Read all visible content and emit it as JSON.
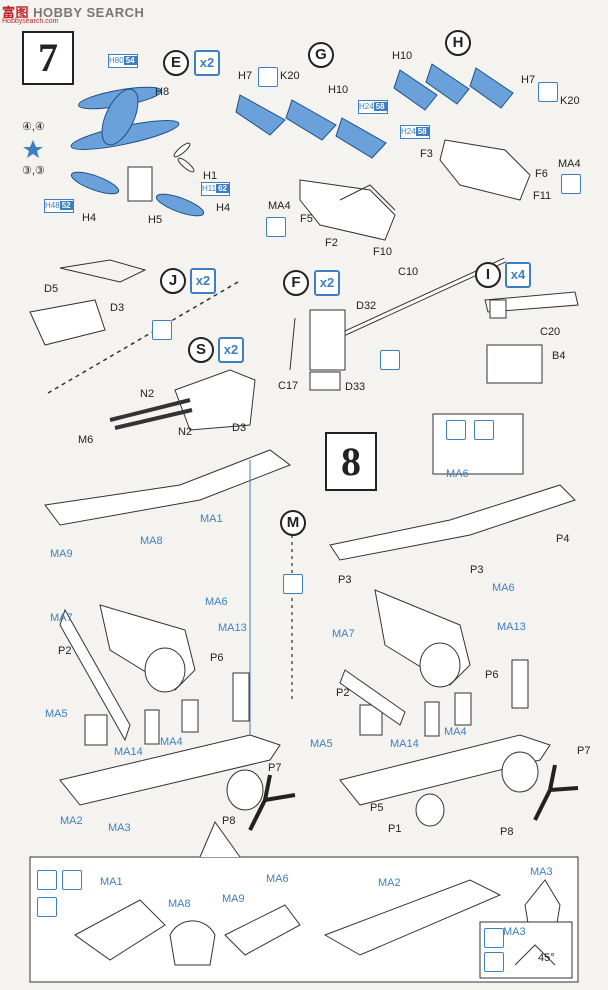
{
  "watermark": {
    "brand_cn": "富",
    "brand_cn2": "图",
    "hobby": "HOBBY",
    "search": "SEARCH",
    "site": "Hobbysearch.com"
  },
  "steps": {
    "seven": "7",
    "eight": "8"
  },
  "sub_assemblies": {
    "E": {
      "letter": "E",
      "mult": "x2"
    },
    "G": {
      "letter": "G"
    },
    "H": {
      "letter": "H"
    },
    "J": {
      "letter": "J",
      "mult": "x2"
    },
    "F": {
      "letter": "F",
      "mult": "x2"
    },
    "I": {
      "letter": "I",
      "mult": "x4"
    },
    "S": {
      "letter": "S",
      "mult": "x2"
    },
    "M": {
      "letter": "M"
    }
  },
  "paint_codes": [
    {
      "h": "H",
      "a": "80",
      "b": "54"
    },
    {
      "h": "H",
      "a": "11",
      "b": "62"
    },
    {
      "h": "H",
      "a": "48",
      "b": "52"
    },
    {
      "h": "H",
      "a": "24",
      "b": "58"
    },
    {
      "h": "H",
      "a": "24",
      "b": "58"
    }
  ],
  "labels": {
    "E": [
      "H8",
      "H1",
      "H4",
      "H5",
      "H4",
      "④,④",
      "③,③"
    ],
    "G": [
      "H7",
      "K20",
      "H10",
      "MA4",
      "F5",
      "F2",
      "F10"
    ],
    "H": [
      "H10",
      "H7",
      "K20",
      "F3",
      "F6",
      "MA4",
      "F11"
    ],
    "J": [
      "D5",
      "D3"
    ],
    "F": [
      "D32",
      "C10",
      "C17",
      "D33"
    ],
    "I": [
      "C20",
      "B4"
    ],
    "S": [
      "N2",
      "N2",
      "M6",
      "D3"
    ],
    "step7_plane": [
      "MA1",
      "MA9",
      "MA8",
      "MA6",
      "MA7",
      "MA13",
      "P2",
      "P6",
      "MA5",
      "MA4",
      "MA14",
      "P7",
      "MA2",
      "MA3",
      "P8"
    ],
    "step8_plane": [
      "MA6",
      "P4",
      "P3",
      "P3",
      "MA6",
      "MA7",
      "MA13",
      "P6",
      "P2",
      "MA5",
      "MA14",
      "MA4",
      "P7",
      "P5",
      "P1",
      "P8"
    ],
    "detail": [
      "MA1",
      "MA8",
      "MA9",
      "MA6",
      "MA2",
      "MA3",
      "MA3",
      "45°"
    ]
  }
}
